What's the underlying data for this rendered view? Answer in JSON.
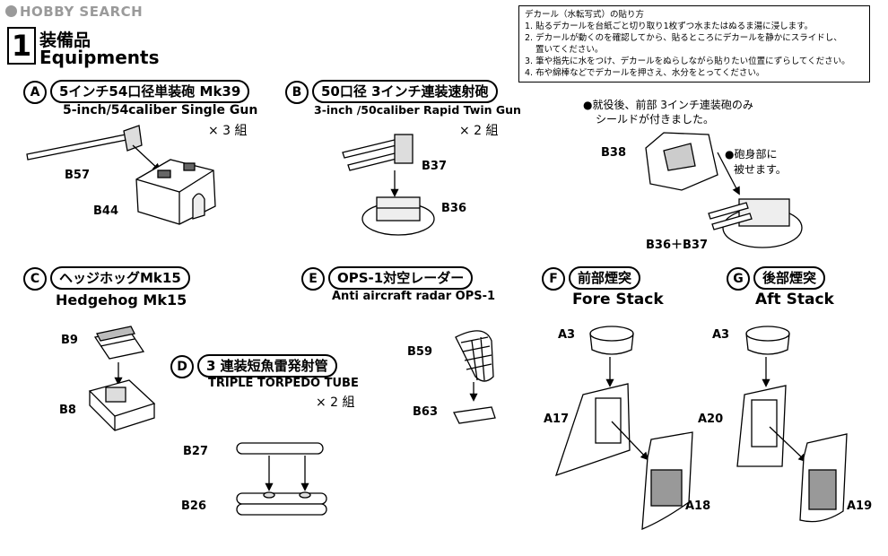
{
  "watermark": "HOBBY SEARCH",
  "step": {
    "number": "1",
    "title_jp": "装備品",
    "title_en": "Equipments"
  },
  "decal_note": {
    "title": "デカール（水転写式）の貼り方",
    "lines": [
      "1. 貼るデカールを台紙ごと切り取り1枚ずつ水またはぬるま湯に浸します。",
      "2. デカールが動くのを確認してから、貼るところにデカールを静かにスライドし、",
      "置いてください。",
      "3. 筆や指先に水をつけ、デカールをぬらしながら貼りたい位置にずらしてください。",
      "4. 布や綿棒などでデカールを押さえ、水分をとってください。"
    ]
  },
  "sections": {
    "A": {
      "letter": "A",
      "title_jp": "5インチ54口径単装砲 Mk39",
      "title_en": "5-inch/54caliber Single Gun",
      "qty": "× 3 組",
      "parts": [
        "B57",
        "B44"
      ]
    },
    "B": {
      "letter": "B",
      "title_jp": "50口径 3インチ連装速射砲",
      "title_en": "3-inch /50caliber Rapid Twin Gun",
      "qty": "× 2 組",
      "parts": [
        "B37",
        "B36"
      ]
    },
    "C": {
      "letter": "C",
      "title_jp": "ヘッジホッグMk15",
      "title_en": "Hedgehog Mk15",
      "parts": [
        "B9",
        "B8"
      ]
    },
    "D": {
      "letter": "D",
      "title_jp": "3 連装短魚雷発射管",
      "title_en": "TRIPLE TORPEDO TUBE",
      "qty": "× 2 組",
      "parts": [
        "B27",
        "B26"
      ]
    },
    "E": {
      "letter": "E",
      "title_jp": "OPS-1対空レーダー",
      "title_en": "Anti aircraft radar OPS-1",
      "parts": [
        "B59",
        "B63"
      ]
    },
    "F": {
      "letter": "F",
      "title_jp": "前部煙突",
      "title_en": "Fore Stack",
      "parts": [
        "A3",
        "A17",
        "A18"
      ]
    },
    "G": {
      "letter": "G",
      "title_jp": "後部煙突",
      "title_en": "Aft Stack",
      "parts": [
        "A3",
        "A20",
        "A19"
      ]
    }
  },
  "shield_note": {
    "line1": "●就役後、前部 3インチ連装砲のみ",
    "line2": "シールドが付きました。",
    "part_top": "B38",
    "part_combo": "B36＋B37",
    "barrel_note1": "●砲身部に",
    "barrel_note2": "被せます。"
  }
}
